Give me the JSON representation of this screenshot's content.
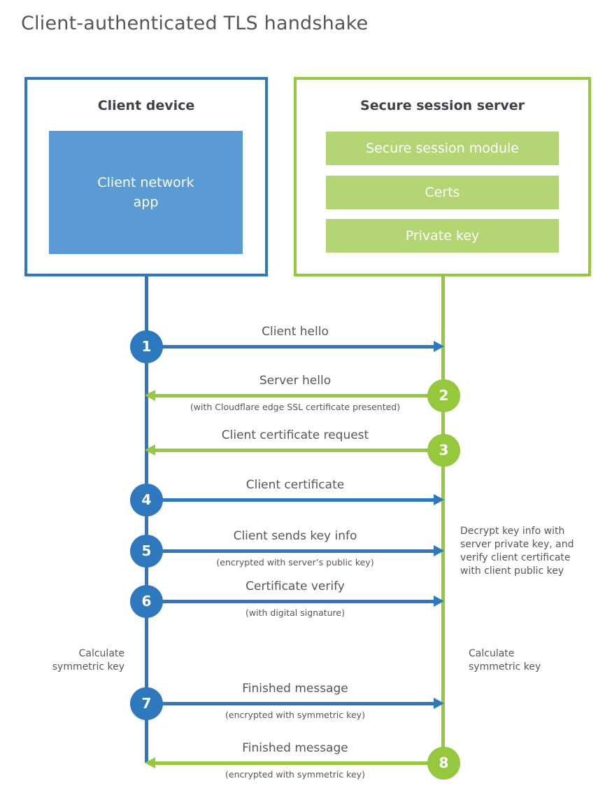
{
  "title": "Client-authenticated TLS handshake",
  "colors": {
    "blue": "#2e79bd",
    "light_blue": "#5b9bd5",
    "green": "#96c83e",
    "light_green": "#b4d573",
    "text": "#55575c"
  },
  "client_box": {
    "title": "Client device",
    "app_label": "Client network app"
  },
  "server_box": {
    "title": "Secure session server",
    "modules": [
      "Secure session module",
      "Certs",
      "Private key"
    ]
  },
  "messages": [
    {
      "num": "1",
      "label": "Client hello",
      "sublabel": "",
      "from": "client",
      "to": "server"
    },
    {
      "num": "2",
      "label": "Server hello",
      "sublabel": "(with Cloudflare edge SSL certificate presented)",
      "from": "server",
      "to": "client"
    },
    {
      "num": "3",
      "label": "Client certificate request",
      "sublabel": "",
      "from": "server",
      "to": "client"
    },
    {
      "num": "4",
      "label": "Client certificate",
      "sublabel": "",
      "from": "client",
      "to": "server"
    },
    {
      "num": "5",
      "label": "Client sends key info",
      "sublabel": "(encrypted with server’s public key)",
      "from": "client",
      "to": "server"
    },
    {
      "num": "6",
      "label": "Certificate verify",
      "sublabel": "(with digital signature)",
      "from": "client",
      "to": "server"
    },
    {
      "num": "7",
      "label": "Finished message",
      "sublabel": "(encrypted with symmetric key)",
      "from": "client",
      "to": "server"
    },
    {
      "num": "8",
      "label": "Finished message",
      "sublabel": "(encrypted with symmetric key)",
      "from": "server",
      "to": "client"
    }
  ],
  "annotations": {
    "decrypt_note": "Decrypt key info with server private key, and verify client certificate with client public key",
    "calc_left": "Calculate symmetric key",
    "calc_right": "Calculate symmetric key"
  }
}
